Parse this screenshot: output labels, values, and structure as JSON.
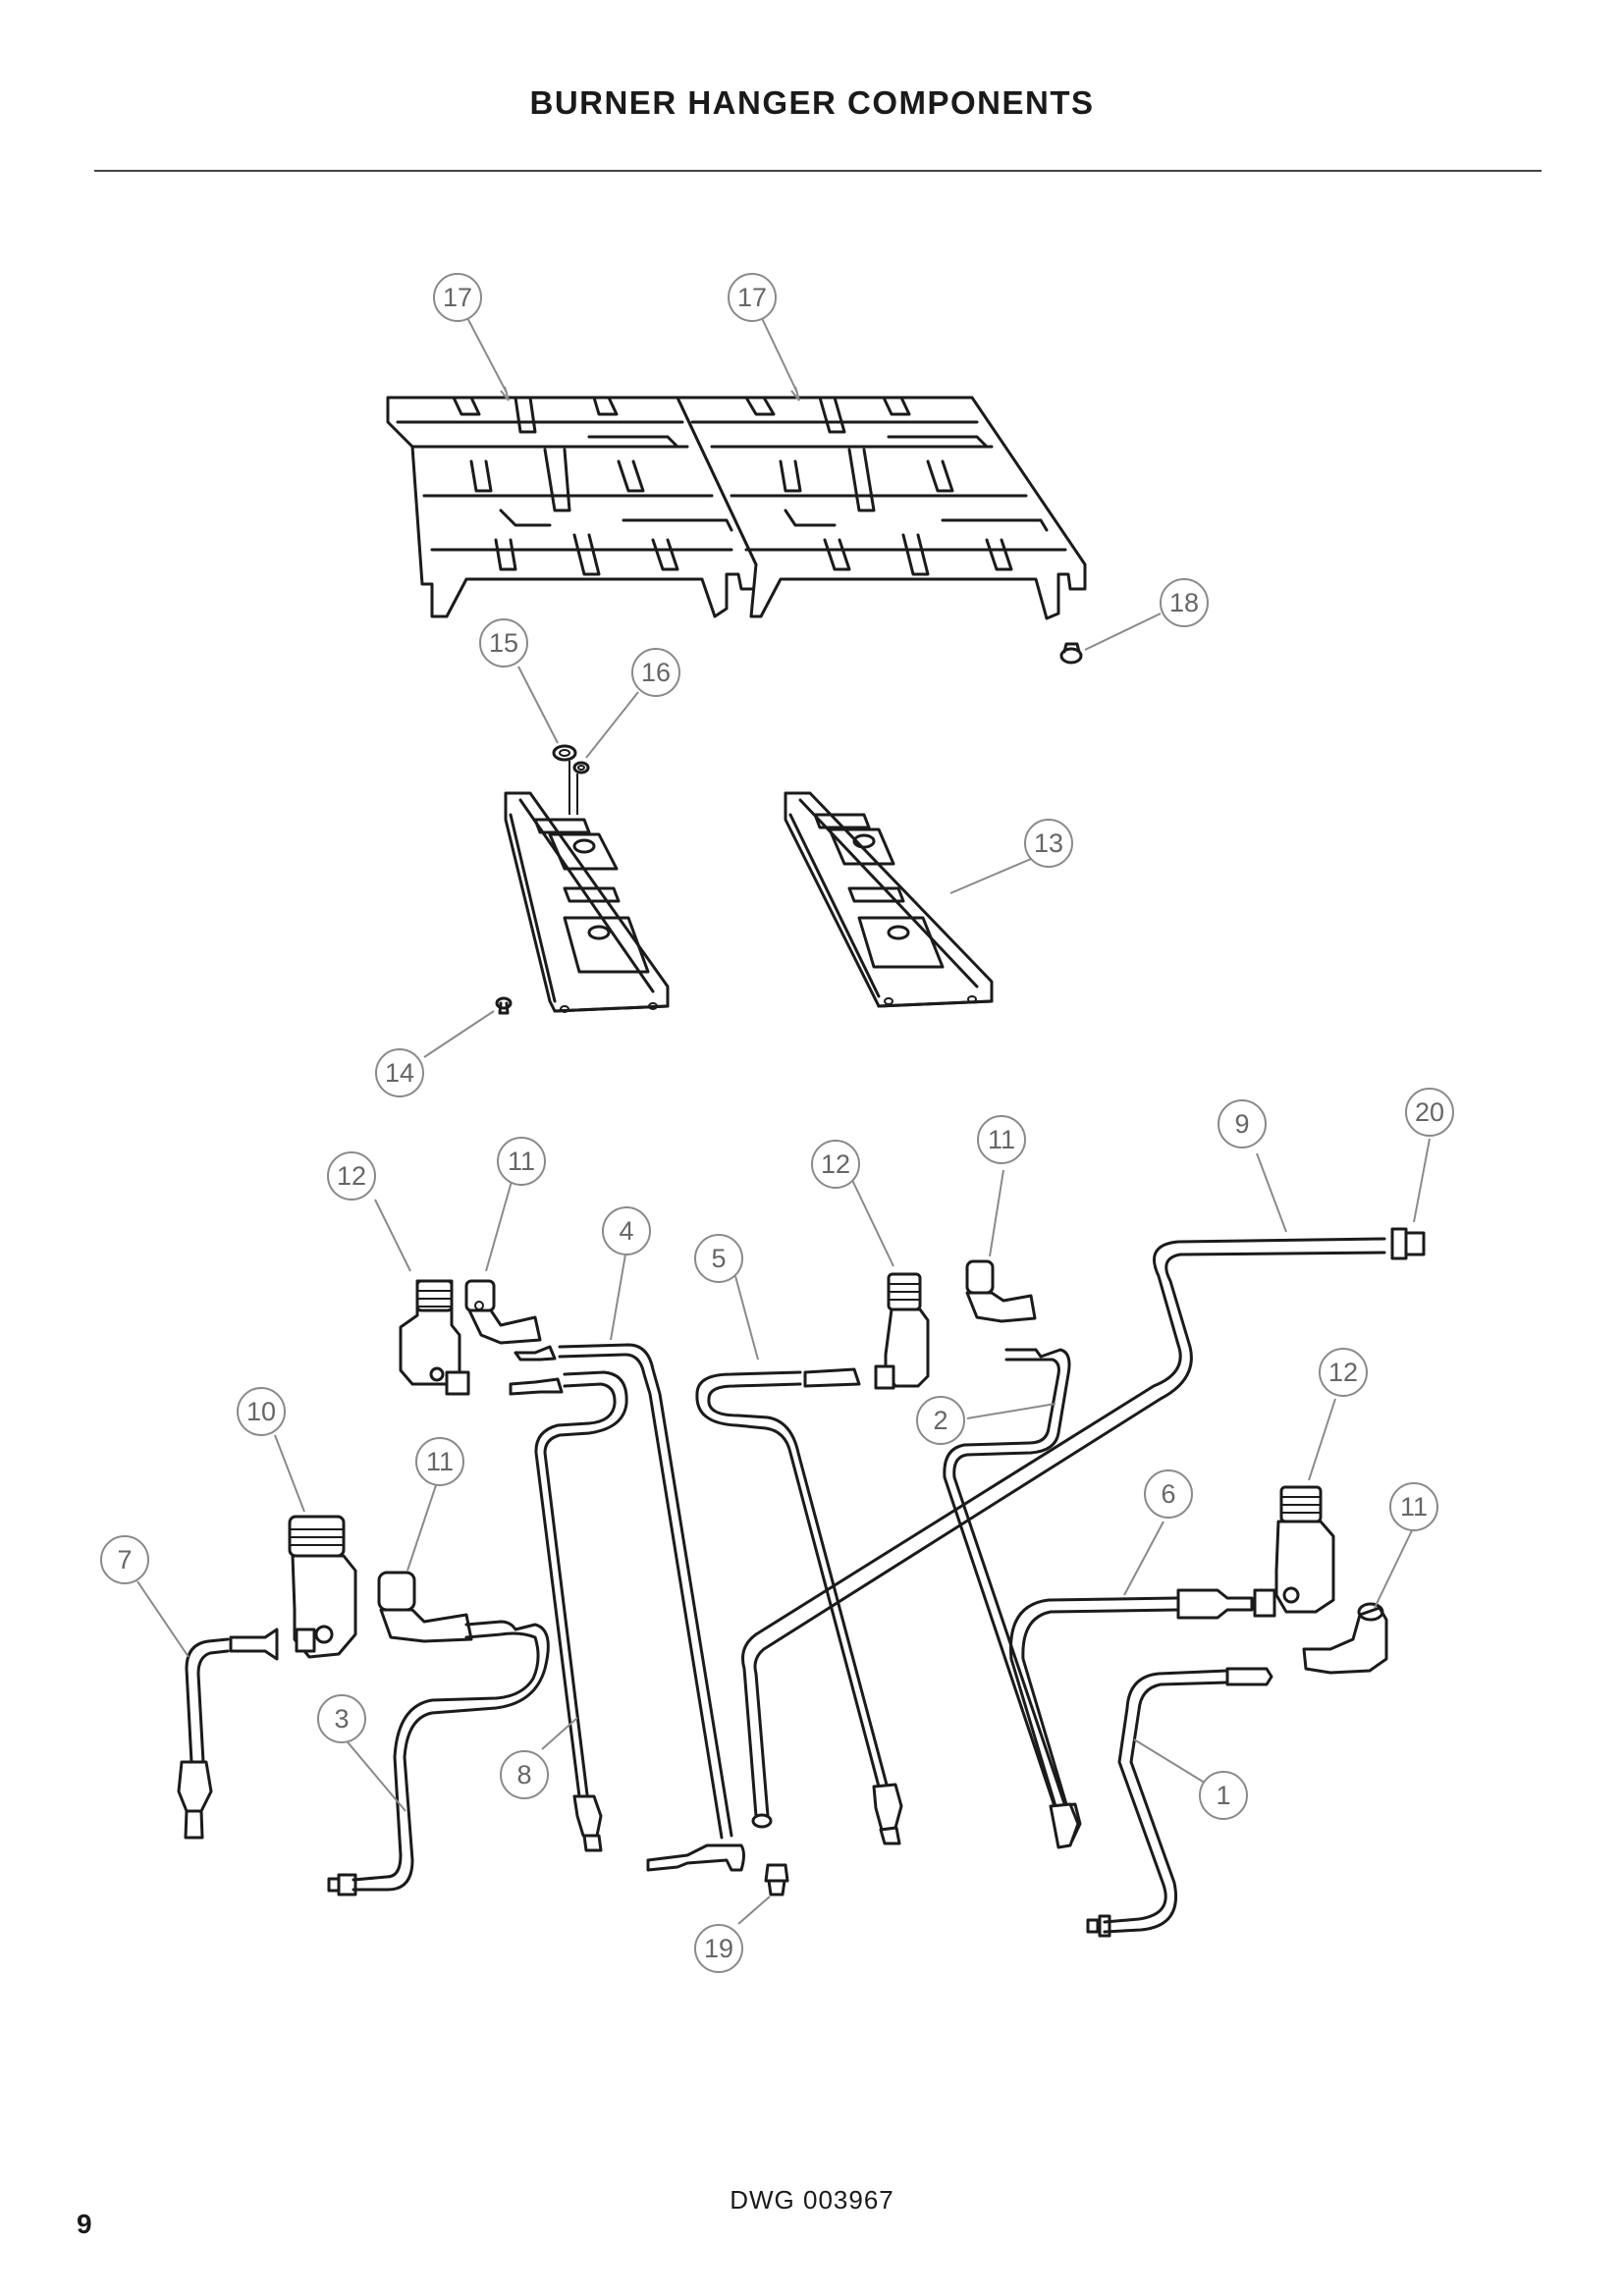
{
  "page": {
    "title": "BURNER HANGER COMPONENTS",
    "drawing_number": "DWG 003967",
    "page_number": "9"
  },
  "callouts": [
    {
      "label": "17",
      "part": "grate-left"
    },
    {
      "label": "17",
      "part": "grate-right"
    },
    {
      "label": "18",
      "part": "grate-foot"
    },
    {
      "label": "15",
      "part": "washer"
    },
    {
      "label": "16",
      "part": "small-washer"
    },
    {
      "label": "13",
      "part": "burner-hanger-bracket"
    },
    {
      "label": "14",
      "part": "screw"
    },
    {
      "label": "12",
      "part": "valve-body-left"
    },
    {
      "label": "11",
      "part": "elbow-left"
    },
    {
      "label": "4",
      "part": "gas-tube-4"
    },
    {
      "label": "5",
      "part": "gas-tube-5"
    },
    {
      "label": "12",
      "part": "valve-body-center"
    },
    {
      "label": "11",
      "part": "elbow-center"
    },
    {
      "label": "9",
      "part": "gas-tube-9"
    },
    {
      "label": "20",
      "part": "inlet-fitting"
    },
    {
      "label": "2",
      "part": "gas-tube-2"
    },
    {
      "label": "12",
      "part": "valve-body-right"
    },
    {
      "label": "10",
      "part": "main-valve-body"
    },
    {
      "label": "11",
      "part": "elbow-lower-left"
    },
    {
      "label": "6",
      "part": "gas-tube-6"
    },
    {
      "label": "11",
      "part": "elbow-right"
    },
    {
      "label": "7",
      "part": "gas-tube-7"
    },
    {
      "label": "3",
      "part": "gas-tube-3"
    },
    {
      "label": "8",
      "part": "gas-tube-8"
    },
    {
      "label": "1",
      "part": "gas-tube-1"
    },
    {
      "label": "19",
      "part": "orifice-fitting"
    }
  ]
}
